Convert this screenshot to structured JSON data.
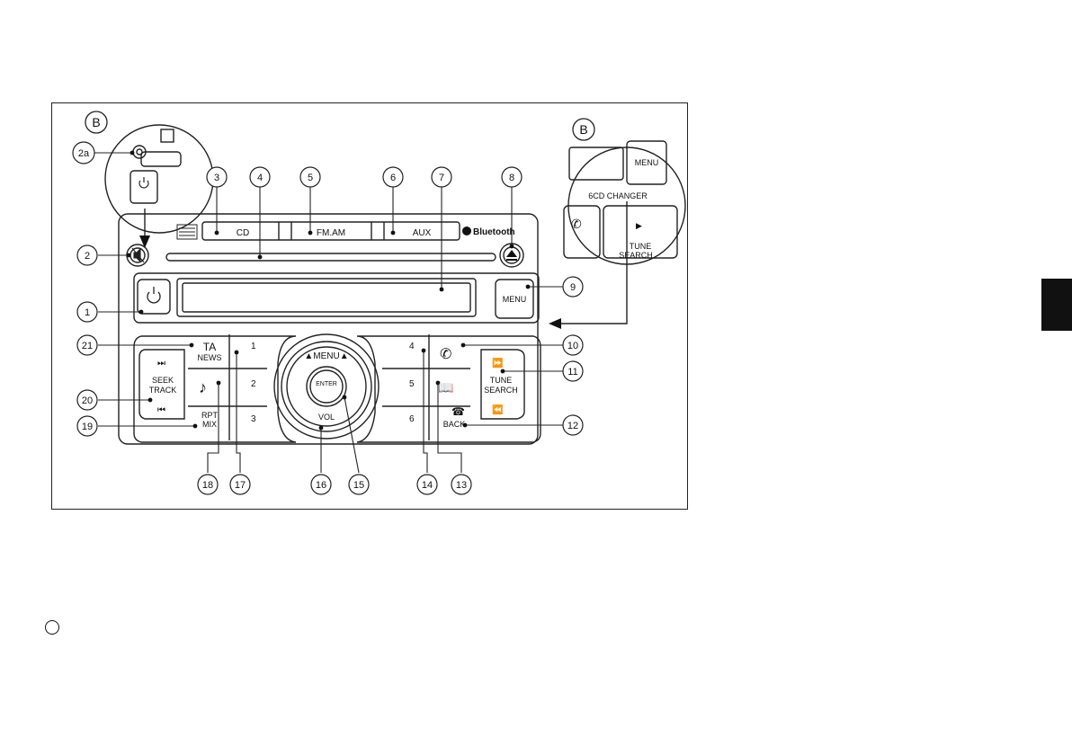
{
  "inset_labels": {
    "left": "B",
    "right": "B"
  },
  "radio": {
    "cd_slot_label": "CD",
    "band_label": "FM.AM",
    "aux_label": "AUX",
    "bluetooth_label": "Bluetooth",
    "menu_label": "MENU",
    "ta_label": "TA",
    "news_label": "NEWS",
    "seek_label": "SEEK",
    "track_label": "TRACK",
    "rpt_label": "RPT",
    "mix_label": "MIX",
    "preset_1": "1",
    "preset_2": "2",
    "preset_3": "3",
    "preset_4": "4",
    "preset_5": "5",
    "preset_6": "6",
    "knob_menu_label": "▲MENU▲",
    "enter_label": "ENTER",
    "vol_label": "VOL",
    "tune_label": "TUNE",
    "search_label": "SEARCH",
    "back_label": "BACK"
  },
  "right_inset": {
    "menu_label": "MENU",
    "changer_label": "6CD CHANGER",
    "tune_label": "TUNE",
    "search_label": "SEARCH"
  },
  "callouts": {
    "c1": "1",
    "c2": "2",
    "c2a": "2a",
    "c3": "3",
    "c4": "4",
    "c5": "5",
    "c6": "6",
    "c7": "7",
    "c8": "8",
    "c9": "9",
    "c10": "10",
    "c11": "11",
    "c12": "12",
    "c13": "13",
    "c14": "14",
    "c15": "15",
    "c16": "16",
    "c17": "17",
    "c18": "18",
    "c19": "19",
    "c20": "20",
    "c21": "21"
  }
}
